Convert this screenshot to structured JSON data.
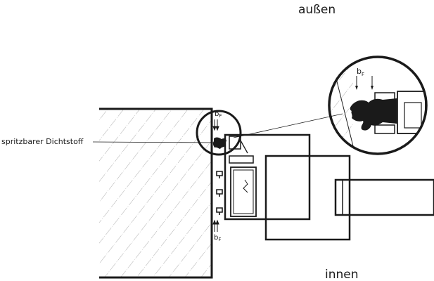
{
  "labels": {
    "outside": "außen",
    "inside": "innen",
    "sealant": "spritzbarer Dichtstoff",
    "joint_width": "b",
    "joint_width_sub": "F"
  },
  "colors": {
    "line": "#1a1a1a",
    "hatch": "#9a9a9a",
    "background": "#ffffff"
  }
}
